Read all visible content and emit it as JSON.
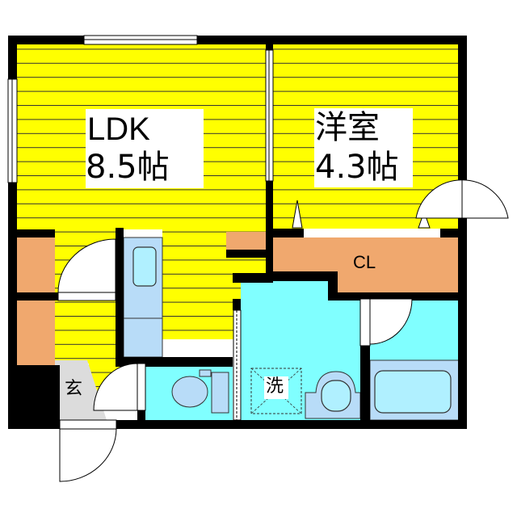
{
  "floor_plan": {
    "rooms": {
      "ldk": {
        "name": "LDK",
        "size": "8.5帖",
        "color": "#ffff00"
      },
      "western_room": {
        "name": "洋室",
        "size": "4.3帖",
        "color": "#ffff00"
      },
      "closet": {
        "name": "CL",
        "color": "#f0a86e"
      },
      "entrance": {
        "name": "玄",
        "color": "#dcdcdc"
      },
      "washroom": {
        "name": "洗",
        "color": "#80ffff"
      },
      "toilet": {
        "color": "#80ffff"
      },
      "bathroom": {
        "color": "#80ffff"
      }
    },
    "colors": {
      "wall": "#000000",
      "floor_wood": "#ffff00",
      "storage": "#f0a86e",
      "wet_area": "#80ffff",
      "fixture": "#b8dcf8",
      "fixture_inner": "#b0f0ff",
      "entrance_floor": "#dcdcdc"
    }
  }
}
